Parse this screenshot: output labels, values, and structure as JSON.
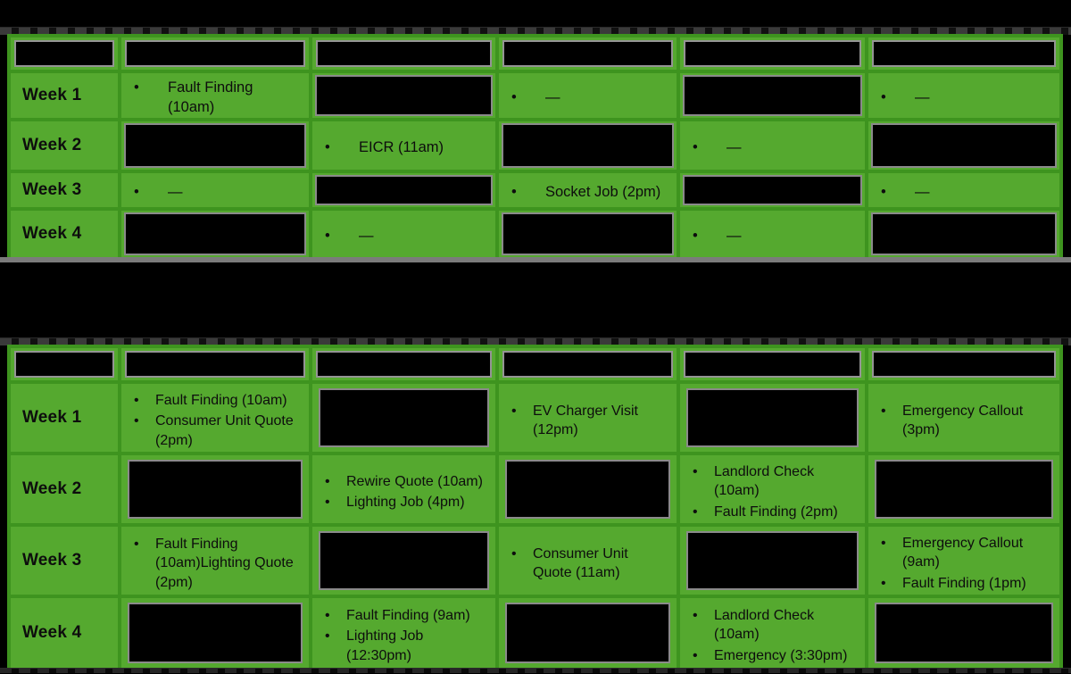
{
  "bullet_char": "•",
  "colors": {
    "background": "#000000",
    "cell_green": "#55a92f",
    "grid_green": "#3e941f",
    "redaction_black": "#000000",
    "redaction_border_grey": "#8a8a8a",
    "divider_grey": "#7b7b7b",
    "text": "#0d0d0d"
  },
  "table1": {
    "header": [
      {
        "redacted": true
      },
      {
        "redacted": true
      },
      {
        "redacted": true
      },
      {
        "redacted": true
      },
      {
        "redacted": true
      },
      {
        "redacted": true
      }
    ],
    "rows": [
      {
        "label": "Week 1",
        "cells": [
          {
            "items": [
              "Fault Finding (10am)"
            ]
          },
          {
            "redacted": true
          },
          {
            "items": [
              "—"
            ]
          },
          {
            "redacted": true
          },
          {
            "items": [
              "—"
            ]
          }
        ]
      },
      {
        "label": "Week 2",
        "cells": [
          {
            "redacted": true
          },
          {
            "items": [
              "EICR (11am)"
            ]
          },
          {
            "redacted": true
          },
          {
            "items": [
              "—"
            ]
          },
          {
            "redacted": true
          }
        ]
      },
      {
        "label": "Week 3",
        "cells": [
          {
            "items": [
              "—"
            ]
          },
          {
            "redacted": true
          },
          {
            "items": [
              "Socket Job (2pm)"
            ]
          },
          {
            "redacted": true
          },
          {
            "items": [
              "—"
            ]
          }
        ]
      },
      {
        "label": "Week 4",
        "cells": [
          {
            "redacted": true
          },
          {
            "items": [
              "—"
            ]
          },
          {
            "redacted": true
          },
          {
            "items": [
              "—"
            ]
          },
          {
            "redacted": true
          }
        ]
      }
    ]
  },
  "table2": {
    "header": [
      {
        "redacted": true
      },
      {
        "redacted": true
      },
      {
        "redacted": true
      },
      {
        "redacted": true
      },
      {
        "redacted": true
      },
      {
        "redacted": true
      }
    ],
    "rows": [
      {
        "label": "Week 1",
        "cells": [
          {
            "items": [
              "Fault Finding (10am)",
              "Consumer Unit Quote (2pm)"
            ]
          },
          {
            "redacted": true
          },
          {
            "items": [
              "EV Charger Visit (12pm)"
            ]
          },
          {
            "redacted": true
          },
          {
            "items": [
              "Emergency Callout (3pm)"
            ]
          }
        ]
      },
      {
        "label": "Week 2",
        "cells": [
          {
            "redacted": true
          },
          {
            "items": [
              "Rewire Quote (10am)",
              "Lighting Job (4pm)"
            ]
          },
          {
            "redacted": true
          },
          {
            "items": [
              "Landlord Check (10am)",
              "Fault Finding (2pm)"
            ]
          },
          {
            "redacted": true
          }
        ]
      },
      {
        "label": "Week 3",
        "cells": [
          {
            "items": [
              "Fault Finding (10am)Lighting Quote (2pm)"
            ]
          },
          {
            "redacted": true
          },
          {
            "items": [
              "Consumer Unit Quote (11am)"
            ]
          },
          {
            "redacted": true
          },
          {
            "items": [
              "Emergency Callout (9am)",
              "Fault Finding (1pm)"
            ]
          }
        ]
      },
      {
        "label": "Week 4",
        "cells": [
          {
            "redacted": true
          },
          {
            "items": [
              "Fault Finding (9am)",
              "Lighting Job (12:30pm)"
            ]
          },
          {
            "redacted": true
          },
          {
            "items": [
              "Landlord Check (10am)",
              "Emergency (3:30pm)"
            ]
          },
          {
            "redacted": true
          }
        ]
      }
    ]
  }
}
